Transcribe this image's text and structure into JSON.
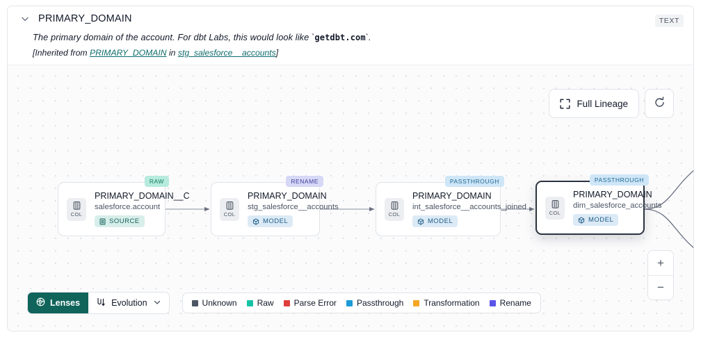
{
  "header": {
    "chevron_icon": "chevron-down-icon",
    "title": "PRIMARY_DOMAIN",
    "type_badge": "TEXT",
    "description_prefix": "The primary domain of the account. For dbt Labs, this would look like `",
    "description_code": "getdbt.com",
    "description_suffix": "`.",
    "inherited_open": "[Inherited from ",
    "inherited_link1": "PRIMARY_DOMAIN",
    "inherited_mid": " in ",
    "inherited_link2": "stg_salesforce__accounts",
    "inherited_close": "]"
  },
  "toolbar": {
    "full_lineage_label": "Full Lineage",
    "full_lineage_icon": "expand-icon",
    "refresh_icon": "refresh-icon"
  },
  "graph": {
    "nodes": [
      {
        "tag": "RAW",
        "tag_kind": "raw",
        "chip_label": "COL",
        "chip_icon": "column-icon",
        "title": "PRIMARY_DOMAIN__C",
        "subtitle": "salesforce.account",
        "kind_label": "SOURCE",
        "kind_type": "source",
        "kind_icon": "database-icon",
        "selected": false
      },
      {
        "tag": "RENAME",
        "tag_kind": "rename",
        "chip_label": "COL",
        "chip_icon": "column-icon",
        "title": "PRIMARY_DOMAIN",
        "subtitle": "stg_salesforce__accounts",
        "kind_label": "MODEL",
        "kind_type": "model",
        "kind_icon": "cube-icon",
        "selected": false
      },
      {
        "tag": "PASSTHROUGH",
        "tag_kind": "passthrough",
        "chip_label": "COL",
        "chip_icon": "column-icon",
        "title": "PRIMARY_DOMAIN",
        "subtitle": "int_salesforce__accounts_joined",
        "kind_label": "MODEL",
        "kind_type": "model",
        "kind_icon": "cube-icon",
        "selected": false
      },
      {
        "tag": "PASSTHROUGH",
        "tag_kind": "passthrough",
        "chip_label": "COL",
        "chip_icon": "column-icon",
        "title": "PRIMARY_DOMAIN",
        "subtitle": "dim_salesforce_accounts",
        "kind_label": "MODEL",
        "kind_type": "model",
        "kind_icon": "cube-icon",
        "selected": true
      }
    ]
  },
  "zoom_controls": {
    "zoom_in_label": "+",
    "zoom_out_label": "−"
  },
  "bottom_bar": {
    "lenses_label": "Lenses",
    "lenses_icon": "lens-icon",
    "evolution_label": "Evolution",
    "evolution_icon": "evolution-icon",
    "evolution_caret_icon": "chevron-down-icon",
    "legend": [
      {
        "label": "Unknown",
        "color": "#4b5563"
      },
      {
        "label": "Raw",
        "color": "#16c2a3"
      },
      {
        "label": "Parse Error",
        "color": "#e03d3d"
      },
      {
        "label": "Passthrough",
        "color": "#1b9bd8"
      },
      {
        "label": "Transformation",
        "color": "#f5a623"
      },
      {
        "label": "Rename",
        "color": "#5b54e8"
      }
    ]
  }
}
